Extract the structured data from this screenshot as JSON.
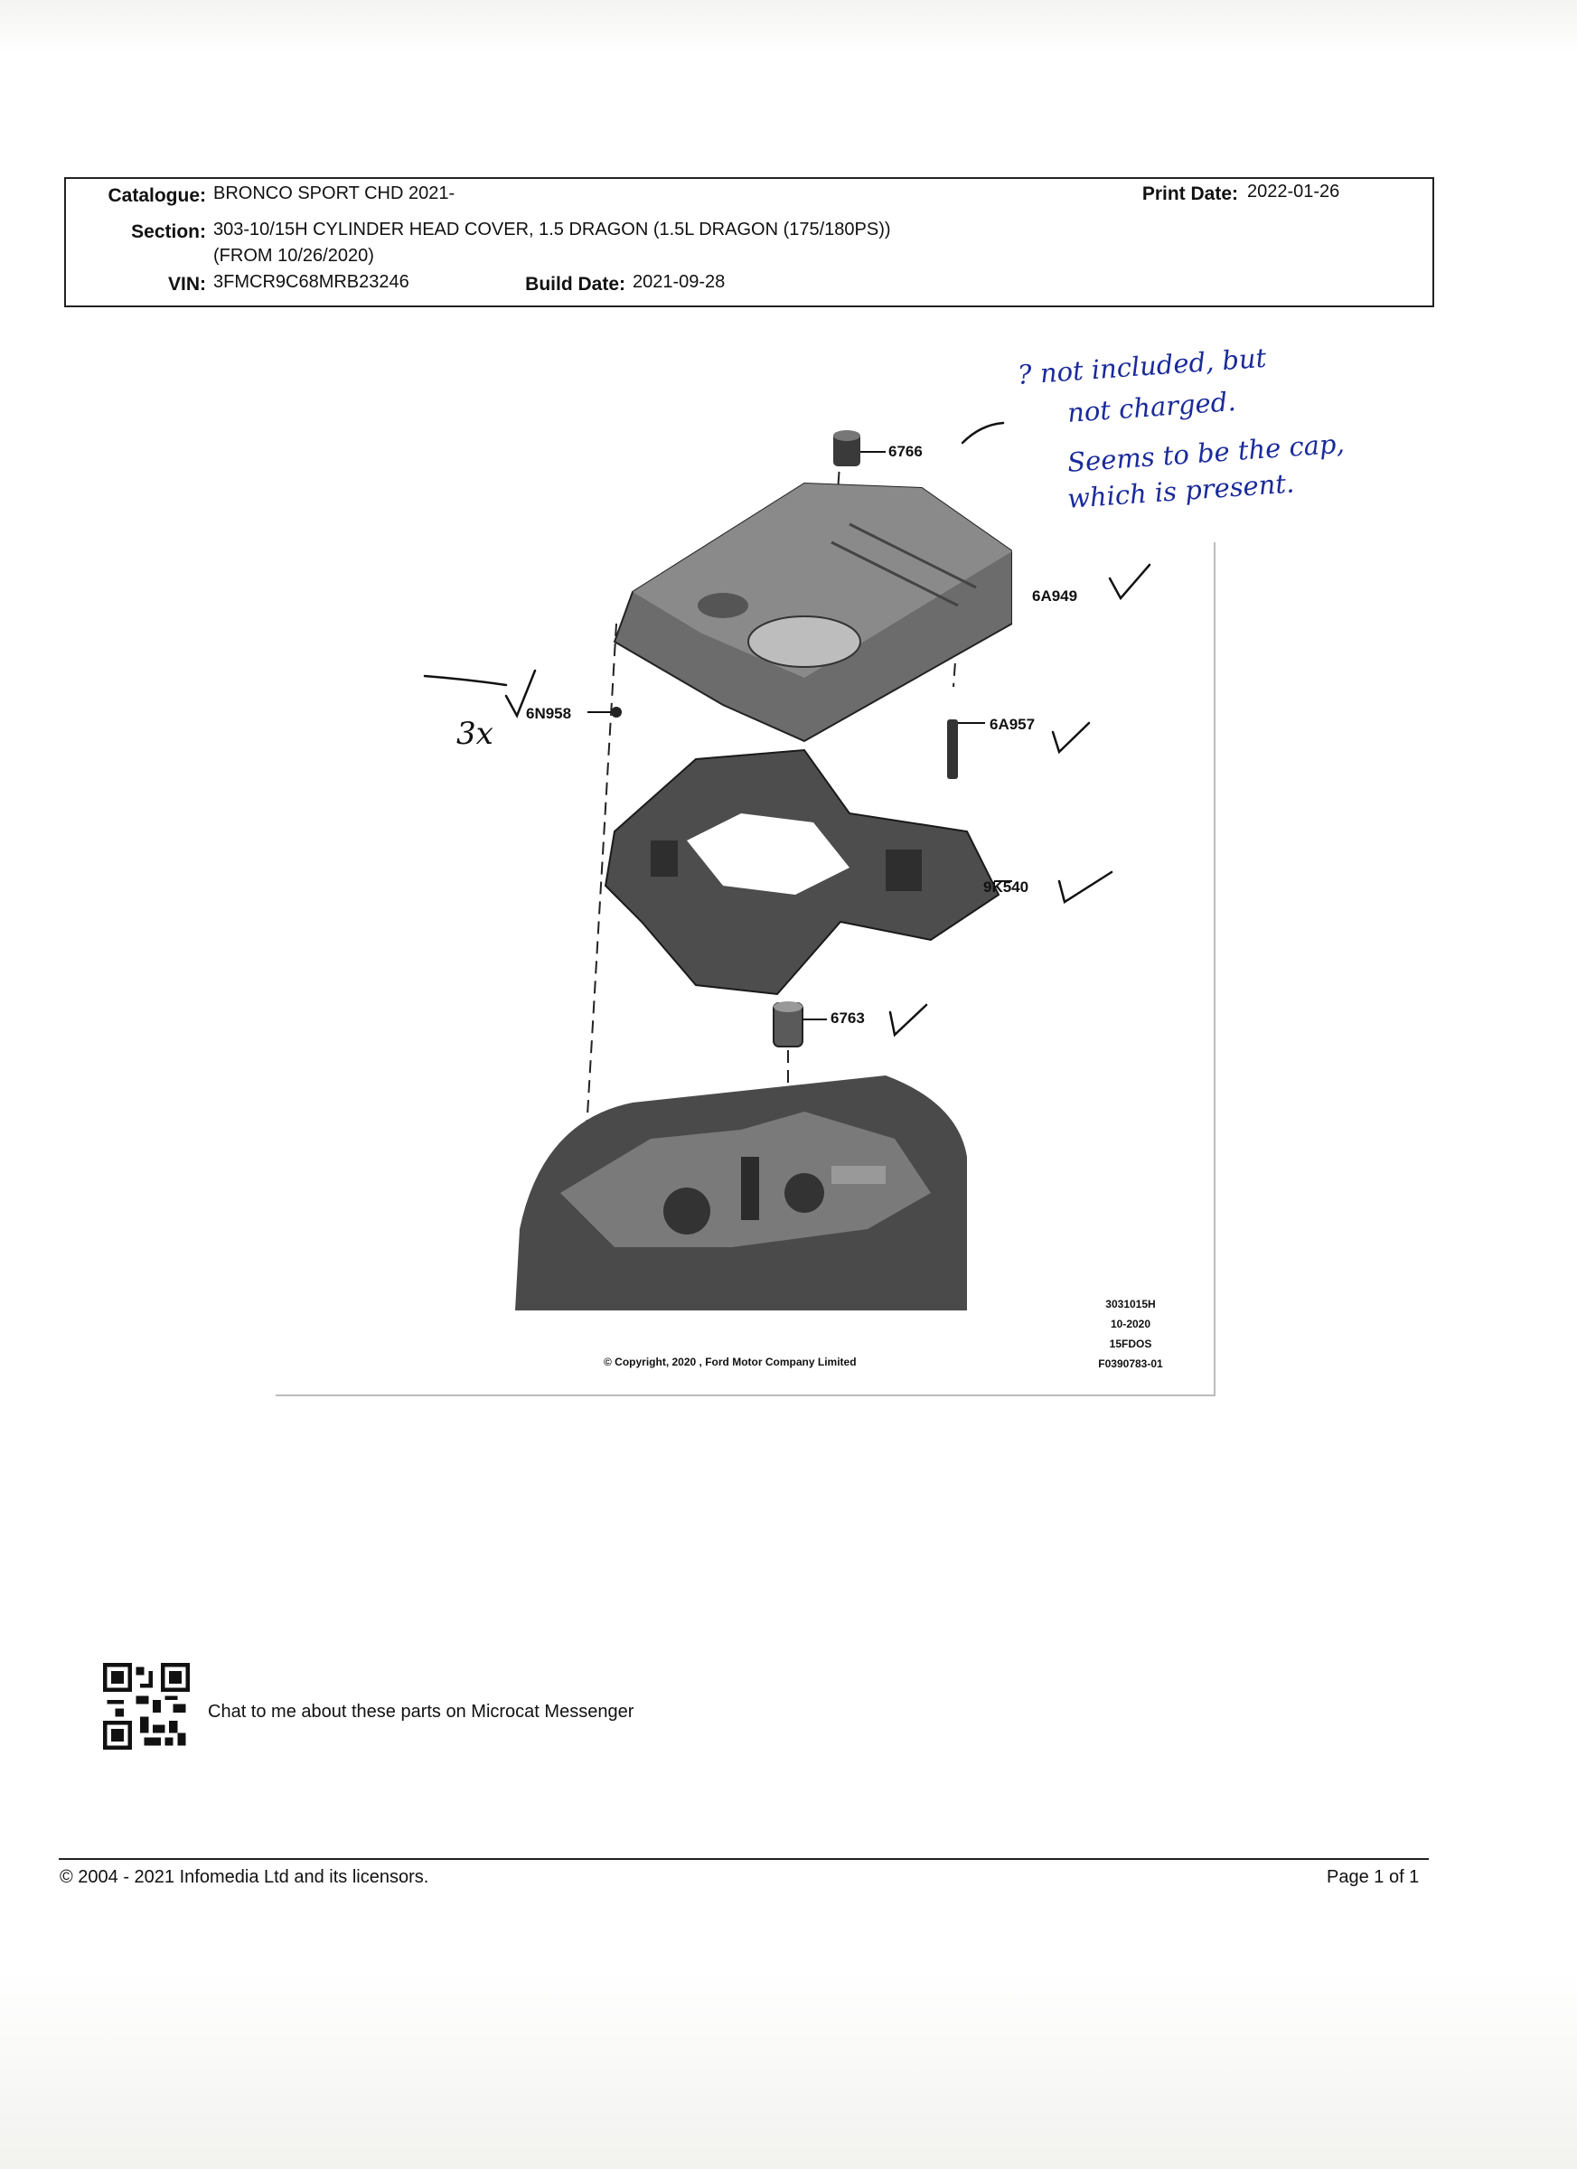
{
  "header": {
    "catalogue_label": "Catalogue:",
    "catalogue_value": "BRONCO SPORT CHD 2021-",
    "print_date_label": "Print Date:",
    "print_date_value": "2022-01-26",
    "section_label": "Section:",
    "section_value_line1": "303-10/15H CYLINDER HEAD COVER, 1.5 DRAGON (1.5L DRAGON (175/180PS))",
    "section_value_line2": "(FROM 10/26/2020)",
    "vin_label": "VIN:",
    "vin_value": "3FMCR9C68MRB23246",
    "build_date_label": "Build Date:",
    "build_date_value": "2021-09-28"
  },
  "figure": {
    "callouts": {
      "part_6766": "6766",
      "part_6A949": "6A949",
      "part_6N958": "6N958",
      "part_6A957": "6A957",
      "part_9K540": "9K540",
      "part_6763": "6763"
    },
    "meta_line1": "3031015H",
    "meta_line2": "10-2020",
    "meta_line3": "15FDOS",
    "meta_line4": "F0390783-01",
    "copyright": "© Copyright, 2020 , Ford Motor Company Limited"
  },
  "handwriting": {
    "note_line1": "? not included, but",
    "note_line2": "not charged.",
    "note_line3": "Seems to be the cap,",
    "note_line4": "which is present.",
    "qty_mark": "3x"
  },
  "qr_message": "Chat to me about these parts on Microcat Messenger",
  "footer": {
    "copyright": "© 2004 - 2021 Infomedia Ltd and its licensors.",
    "page": "Page 1 of 1"
  }
}
